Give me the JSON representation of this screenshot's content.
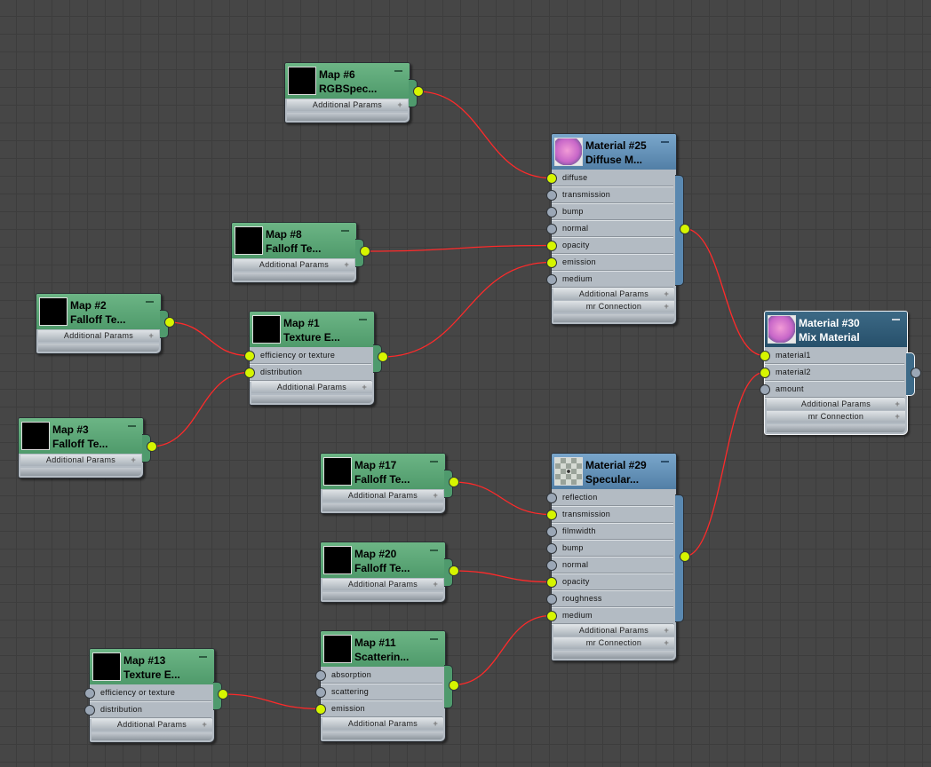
{
  "colors": {
    "wire": "#ff2a2a",
    "socket_connected": "#d6f500",
    "socket_empty": "#9ba7b6",
    "map_header": "#5fa97a",
    "material_header": "#6f9cc0",
    "selected_header": "#2d5874"
  },
  "nodes": [
    {
      "id": "map6",
      "type": "map",
      "title": "Map #6",
      "subtitle": "RGBSpec...",
      "thumb": "black",
      "params": [],
      "sections": [
        "Additional Params"
      ],
      "output_connected": true
    },
    {
      "id": "mat25",
      "type": "mat",
      "title": "Material #25",
      "subtitle": "Diffuse  M...",
      "thumb": "pink",
      "params": [
        {
          "label": "diffuse",
          "connected": true
        },
        {
          "label": "transmission",
          "connected": false
        },
        {
          "label": "bump",
          "connected": false
        },
        {
          "label": "normal",
          "connected": false
        },
        {
          "label": "opacity",
          "connected": true
        },
        {
          "label": "emission",
          "connected": true
        },
        {
          "label": "medium",
          "connected": false
        }
      ],
      "sections": [
        "Additional Params",
        "mr Connection"
      ],
      "output_connected": true
    },
    {
      "id": "map8",
      "type": "map",
      "title": "Map #8",
      "subtitle": "Falloff  Te...",
      "thumb": "black",
      "params": [],
      "sections": [
        "Additional Params"
      ],
      "output_connected": true
    },
    {
      "id": "map2",
      "type": "map",
      "title": "Map #2",
      "subtitle": "Falloff  Te...",
      "thumb": "black",
      "params": [],
      "sections": [
        "Additional Params"
      ],
      "output_connected": true
    },
    {
      "id": "map1",
      "type": "map",
      "title": "Map #1",
      "subtitle": "Texture E...",
      "thumb": "black",
      "params": [
        {
          "label": "efficiency or texture",
          "connected": true
        },
        {
          "label": "distribution",
          "connected": true
        }
      ],
      "sections": [
        "Additional Params"
      ],
      "output_connected": true
    },
    {
      "id": "map3",
      "type": "map",
      "title": "Map #3",
      "subtitle": "Falloff  Te...",
      "thumb": "black",
      "params": [],
      "sections": [
        "Additional Params"
      ],
      "output_connected": true
    },
    {
      "id": "mat30",
      "type": "mat",
      "title": "Material #30",
      "subtitle": "Mix Material",
      "thumb": "pink",
      "selected": true,
      "params": [
        {
          "label": "material1",
          "connected": true
        },
        {
          "label": "material2",
          "connected": true
        },
        {
          "label": "amount",
          "connected": false
        }
      ],
      "sections": [
        "Additional Params",
        "mr Connection"
      ],
      "output_connected": false
    },
    {
      "id": "map17",
      "type": "map",
      "title": "Map #17",
      "subtitle": "Falloff  Te...",
      "thumb": "black",
      "params": [],
      "sections": [
        "Additional Params"
      ],
      "output_connected": true
    },
    {
      "id": "mat29",
      "type": "mat",
      "title": "Material #29",
      "subtitle": "Specular...",
      "thumb": "checker",
      "params": [
        {
          "label": "reflection",
          "connected": false
        },
        {
          "label": "transmission",
          "connected": true
        },
        {
          "label": "filmwidth",
          "connected": false
        },
        {
          "label": "bump",
          "connected": false
        },
        {
          "label": "normal",
          "connected": false
        },
        {
          "label": "opacity",
          "connected": true
        },
        {
          "label": "roughness",
          "connected": false
        },
        {
          "label": "medium",
          "connected": true
        }
      ],
      "sections": [
        "Additional Params",
        "mr Connection"
      ],
      "output_connected": true
    },
    {
      "id": "map20",
      "type": "map",
      "title": "Map #20",
      "subtitle": "Falloff  Te...",
      "thumb": "black",
      "params": [],
      "sections": [
        "Additional Params"
      ],
      "output_connected": true
    },
    {
      "id": "map11",
      "type": "map",
      "title": "Map #11",
      "subtitle": "Scatterin...",
      "thumb": "black",
      "params": [
        {
          "label": "absorption",
          "connected": false
        },
        {
          "label": "scattering",
          "connected": false
        },
        {
          "label": "emission",
          "connected": true
        }
      ],
      "sections": [
        "Additional Params"
      ],
      "output_connected": true
    },
    {
      "id": "map13",
      "type": "map",
      "title": "Map #13",
      "subtitle": "Texture E...",
      "thumb": "black",
      "params": [
        {
          "label": "efficiency or texture",
          "connected": false
        },
        {
          "label": "distribution",
          "connected": false
        }
      ],
      "sections": [
        "Additional Params"
      ],
      "output_connected": true
    }
  ],
  "connections": [
    {
      "from": "map6",
      "to": "mat25",
      "param": "diffuse"
    },
    {
      "from": "map8",
      "to": "mat25",
      "param": "opacity"
    },
    {
      "from": "map1",
      "to": "mat25",
      "param": "emission"
    },
    {
      "from": "map2",
      "to": "map1",
      "param": "efficiency or texture"
    },
    {
      "from": "map3",
      "to": "map1",
      "param": "distribution"
    },
    {
      "from": "mat25",
      "to": "mat30",
      "param": "material1"
    },
    {
      "from": "mat29",
      "to": "mat30",
      "param": "material2"
    },
    {
      "from": "map17",
      "to": "mat29",
      "param": "transmission"
    },
    {
      "from": "map20",
      "to": "mat29",
      "param": "opacity"
    },
    {
      "from": "map11",
      "to": "mat29",
      "param": "medium"
    },
    {
      "from": "map13",
      "to": "map11",
      "param": "emission"
    }
  ]
}
